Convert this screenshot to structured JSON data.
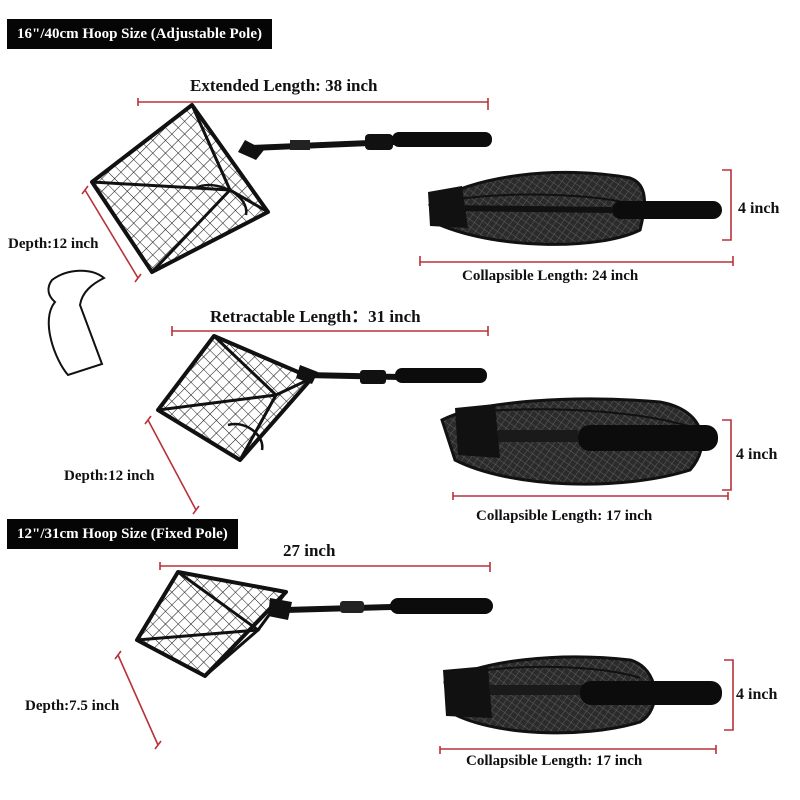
{
  "sections": {
    "large": {
      "banner": "16\"/40cm Hoop Size (Adjustable Pole)",
      "extended_label": "Extended Length: 38 inch",
      "depth_label_a": "Depth:12 inch",
      "collapsed_label_a": "Collapsible Length:  24 inch",
      "height_label_a": "4 inch",
      "retracted_label": "Retractable Length：31 inch",
      "depth_label_b": "Depth:12 inch",
      "collapsed_label_b": "Collapsible Length: 17 inch",
      "height_label_b": "4 inch"
    },
    "small": {
      "banner": "12\"/31cm Hoop Size (Fixed Pole)",
      "length_label": "27 inch",
      "depth_label": "Depth:7.5 inch",
      "collapsed_label": "Collapsible Length: 17 inch",
      "height_label": "4 inch"
    }
  },
  "colors": {
    "dimension_line": "#b8323a",
    "banner_bg": "#050505",
    "banner_text": "#ffffff",
    "net": "#1a1a1a",
    "label_text": "#111111"
  },
  "icons": {
    "rotate_arrow": "curved-arrow-icon"
  }
}
